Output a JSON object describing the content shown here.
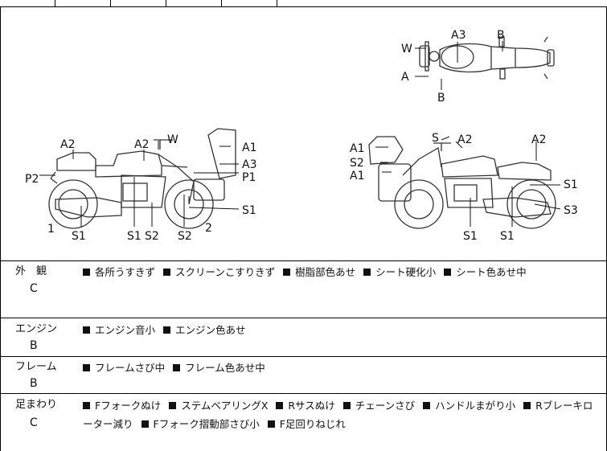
{
  "diagram": {
    "top_labels": {
      "a3": "A3",
      "b": "B",
      "w": "W",
      "a": "A",
      "b2": "B"
    },
    "left_labels": {
      "a2_rear": "A2",
      "a2_tank": "A2",
      "w": "W",
      "a1": "A1",
      "a3": "A3",
      "p2": "P2",
      "p1": "P1",
      "s1_right": "S1",
      "n1": "1",
      "s1_a": "S1",
      "s1_b": "S1",
      "s2_a": "S2",
      "s2_b": "S2",
      "n2": "2"
    },
    "right_labels": {
      "s": "S",
      "a2_tank": "A2",
      "a2_rear": "A2",
      "a1_top": "A1",
      "s2": "S2",
      "a1_low": "A1",
      "s1_right": "S1",
      "s3": "S3",
      "s1_a": "S1",
      "s1_b": "S1"
    }
  },
  "rows": [
    {
      "category": "外　観",
      "grade": "C",
      "items": [
        "各所うすきず",
        "スクリーンこすりきず",
        "樹脂部色あせ",
        "シート硬化小",
        "シート色あせ中"
      ]
    },
    {
      "category": "エンジン",
      "grade": "B",
      "items": [
        "エンジン音小",
        "エンジン色あせ"
      ]
    },
    {
      "category": "フレーム",
      "grade": "B",
      "items": [
        "フレームさび中",
        "フレーム色あせ中"
      ]
    },
    {
      "category": "足まわり",
      "grade": "C",
      "items": [
        "Fフォークぬけ",
        "ステムベアリングX",
        "Rサスぬけ",
        "チェーンさび",
        "ハンドルまがり小",
        "Rブレーキローター減り",
        "Fフォーク摺動部さび小",
        "F足回りねじれ"
      ]
    }
  ]
}
